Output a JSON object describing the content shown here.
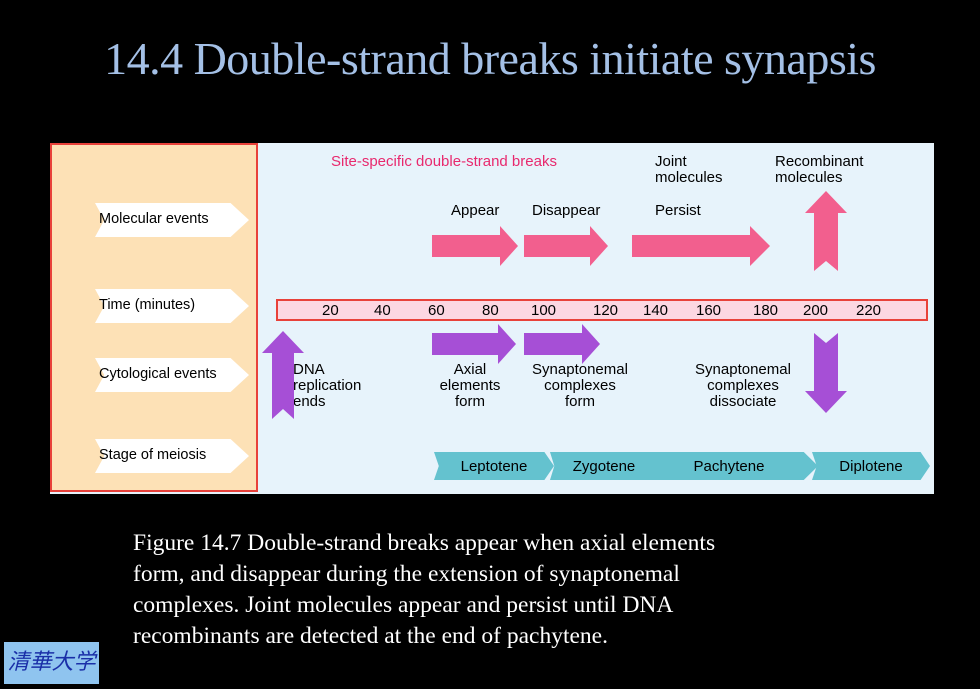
{
  "title": "14.4 Double-strand breaks initiate synapsis",
  "row_labels": [
    "Molecular events",
    "Time (minutes)",
    "Cytological events",
    "Stage of meiosis"
  ],
  "molecular": {
    "header_breaks": "Site-specific double-strand breaks",
    "joint_line1": "Joint",
    "joint_line2": "molecules",
    "recomb_line1": "Recombinant",
    "recomb_line2": "molecules",
    "appear": "Appear",
    "disappear": "Disappear",
    "persist": "Persist"
  },
  "time_ticks": [
    "20",
    "40",
    "60",
    "80",
    "100",
    "120",
    "140",
    "160",
    "180",
    "200",
    "220"
  ],
  "cytological": {
    "dna_line1": "DNA",
    "dna_line2": "replication",
    "dna_line3": "ends",
    "axial_line1": "Axial",
    "axial_line2": "elements",
    "axial_line3": "form",
    "synform_line1": "Synaptonemal",
    "synform_line2": "complexes",
    "synform_line3": "form",
    "syndiss_line1": "Synaptonemal",
    "syndiss_line2": "complexes",
    "syndiss_line3": "dissociate"
  },
  "stages": [
    "Leptotene",
    "Zygotene",
    "Pachytene",
    "Diplotene"
  ],
  "caption_lines": [
    "Figure 14.7 Double-strand breaks appear when axial elements",
    "form, and disappear during the extension of synaptonemal",
    "complexes. Joint molecules appear and persist until DNA",
    "recombinants are detected at the end of pachytene."
  ],
  "logo_text": "清華大学",
  "colors": {
    "pink_arrow": "#f25f8e",
    "purple_arrow": "#a64fd6",
    "stage_bar": "#64c2cf",
    "title": "#a4c0e6"
  }
}
